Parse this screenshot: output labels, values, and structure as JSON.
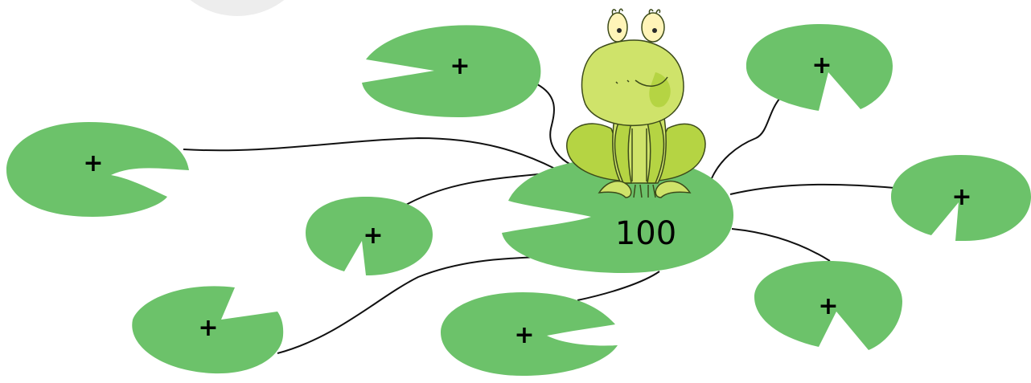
{
  "colors": {
    "pad": "#6cc26a",
    "line": "#111111",
    "frog_light": "#cfe36a",
    "frog_mid": "#b5d443",
    "frog_dark": "#8fb43a",
    "frog_outline": "#3c4a1a",
    "decor_circle": "#ededed"
  },
  "center_pad": {
    "label": "100"
  },
  "pads": [
    {
      "id": "pad-top-left",
      "label": "+"
    },
    {
      "id": "pad-left",
      "label": "+"
    },
    {
      "id": "pad-mid-left",
      "label": "+"
    },
    {
      "id": "pad-bottom-left",
      "label": "+"
    },
    {
      "id": "pad-bottom-center",
      "label": "+"
    },
    {
      "id": "pad-top-right",
      "label": "+"
    },
    {
      "id": "pad-right",
      "label": "+"
    },
    {
      "id": "pad-bottom-right",
      "label": "+"
    }
  ]
}
